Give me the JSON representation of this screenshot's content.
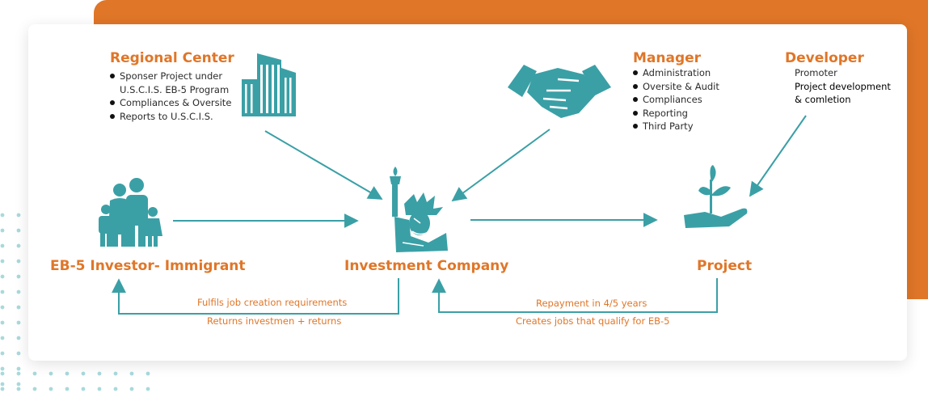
{
  "colors": {
    "accent": "#e07628",
    "icon": "#3aa0a6",
    "arrow": "#3aa0a6",
    "dots": "#a9d9dc"
  },
  "regional_center": {
    "title": "Regional Center",
    "items": [
      "Sponser Project under U.S.C.I.S. EB-5 Program",
      "Compliances & Oversite",
      "Reports to U.S.C.I.S."
    ],
    "item1_line1": "Sponser Project under",
    "item1_line2": "U.S.C.I.S. EB-5 Program",
    "icon": "building-icon"
  },
  "manager": {
    "title": "Manager",
    "items": [
      "Administration",
      "Oversite & Audit",
      "Compliances",
      "Reporting",
      "Third Party"
    ],
    "icon": "handshake-icon"
  },
  "developer": {
    "title": "Developer",
    "lines": [
      "Promoter",
      "Project development",
      "& comletion"
    ]
  },
  "investor": {
    "title": "EB-5 Investor- Immigrant",
    "icon": "family-icon"
  },
  "company": {
    "title": "Investment Company",
    "icon": "statue-of-liberty-icon"
  },
  "project": {
    "title": "Project",
    "icon": "plant-in-hand-icon"
  },
  "flows": {
    "investor_top": "Fulfils job creation requirements",
    "investor_bottom": "Returns investmen + returns",
    "project_top": "Repayment in 4/5 years",
    "project_bottom": "Creates jobs that qualify for EB-5"
  }
}
